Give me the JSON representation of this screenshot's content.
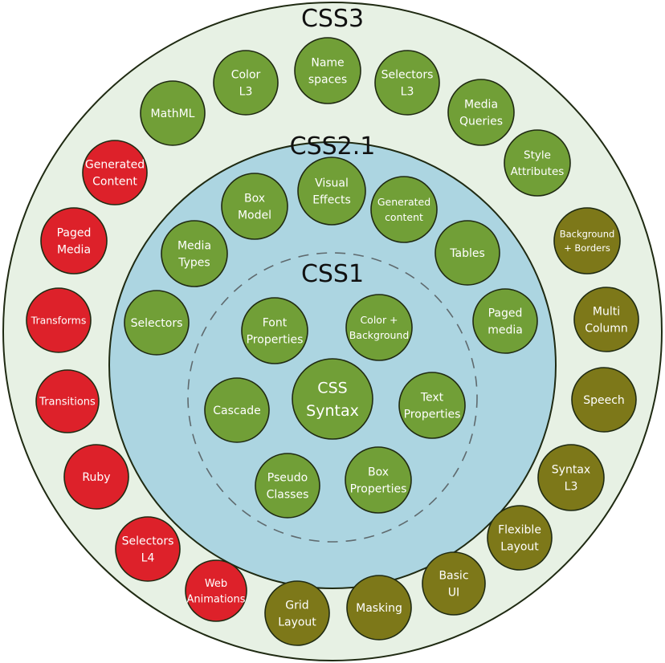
{
  "colors": {
    "outer_ring": "#e7f1e4",
    "middle_ring": "#acd5e1",
    "green": "#719f37",
    "olive": "#7d7819",
    "red": "#dd212a",
    "node_border": "#1f2a12",
    "text_dark": "#111111",
    "text_light": "#ffffff"
  },
  "rings": [
    {
      "title": "CSS3"
    },
    {
      "title": "CSS2.1"
    },
    {
      "title": "CSS1"
    }
  ],
  "nodes": [
    {
      "lines": [
        "CSS",
        "Syntax"
      ],
      "color": "green",
      "ring": "CSS1"
    },
    {
      "lines": [
        "Font",
        "Properties"
      ],
      "color": "green",
      "ring": "CSS1"
    },
    {
      "lines": [
        "Color +",
        "Background"
      ],
      "color": "green",
      "ring": "CSS1"
    },
    {
      "lines": [
        "Text",
        "Properties"
      ],
      "color": "green",
      "ring": "CSS1"
    },
    {
      "lines": [
        "Box",
        "Properties"
      ],
      "color": "green",
      "ring": "CSS1"
    },
    {
      "lines": [
        "Pseudo",
        "Classes"
      ],
      "color": "green",
      "ring": "CSS1"
    },
    {
      "lines": [
        "Cascade"
      ],
      "color": "green",
      "ring": "CSS1"
    },
    {
      "lines": [
        "Box",
        "Model"
      ],
      "color": "green",
      "ring": "CSS2.1"
    },
    {
      "lines": [
        "Visual",
        "Effects"
      ],
      "color": "green",
      "ring": "CSS2.1"
    },
    {
      "lines": [
        "Generated",
        "content"
      ],
      "color": "green",
      "ring": "CSS2.1"
    },
    {
      "lines": [
        "Tables"
      ],
      "color": "green",
      "ring": "CSS2.1"
    },
    {
      "lines": [
        "Paged",
        "media"
      ],
      "color": "green",
      "ring": "CSS2.1"
    },
    {
      "lines": [
        "Media",
        "Types"
      ],
      "color": "green",
      "ring": "CSS2.1"
    },
    {
      "lines": [
        "Selectors"
      ],
      "color": "green",
      "ring": "CSS2.1"
    },
    {
      "lines": [
        "Name",
        "spaces"
      ],
      "color": "green",
      "ring": "CSS3"
    },
    {
      "lines": [
        "Color",
        "L3"
      ],
      "color": "green",
      "ring": "CSS3"
    },
    {
      "lines": [
        "Selectors",
        "L3"
      ],
      "color": "green",
      "ring": "CSS3"
    },
    {
      "lines": [
        "MathML"
      ],
      "color": "green",
      "ring": "CSS3"
    },
    {
      "lines": [
        "Media",
        "Queries"
      ],
      "color": "green",
      "ring": "CSS3"
    },
    {
      "lines": [
        "Style",
        "Attributes"
      ],
      "color": "green",
      "ring": "CSS3"
    },
    {
      "lines": [
        "Background",
        "+ Borders"
      ],
      "color": "olive",
      "ring": "CSS3"
    },
    {
      "lines": [
        "Multi",
        "Column"
      ],
      "color": "olive",
      "ring": "CSS3"
    },
    {
      "lines": [
        "Speech"
      ],
      "color": "olive",
      "ring": "CSS3"
    },
    {
      "lines": [
        "Syntax",
        "L3"
      ],
      "color": "olive",
      "ring": "CSS3"
    },
    {
      "lines": [
        "Flexible",
        "Layout"
      ],
      "color": "olive",
      "ring": "CSS3"
    },
    {
      "lines": [
        "Basic",
        "UI"
      ],
      "color": "olive",
      "ring": "CSS3"
    },
    {
      "lines": [
        "Masking"
      ],
      "color": "olive",
      "ring": "CSS3"
    },
    {
      "lines": [
        "Grid",
        "Layout"
      ],
      "color": "olive",
      "ring": "CSS3"
    },
    {
      "lines": [
        "Web",
        "Animations"
      ],
      "color": "red",
      "ring": "CSS3"
    },
    {
      "lines": [
        "Selectors",
        "L4"
      ],
      "color": "red",
      "ring": "CSS3"
    },
    {
      "lines": [
        "Ruby"
      ],
      "color": "red",
      "ring": "CSS3"
    },
    {
      "lines": [
        "Transitions"
      ],
      "color": "red",
      "ring": "CSS3"
    },
    {
      "lines": [
        "Transforms"
      ],
      "color": "red",
      "ring": "CSS3"
    },
    {
      "lines": [
        "Paged",
        "Media"
      ],
      "color": "red",
      "ring": "CSS3"
    },
    {
      "lines": [
        "Generated",
        "Content"
      ],
      "color": "red",
      "ring": "CSS3"
    }
  ]
}
